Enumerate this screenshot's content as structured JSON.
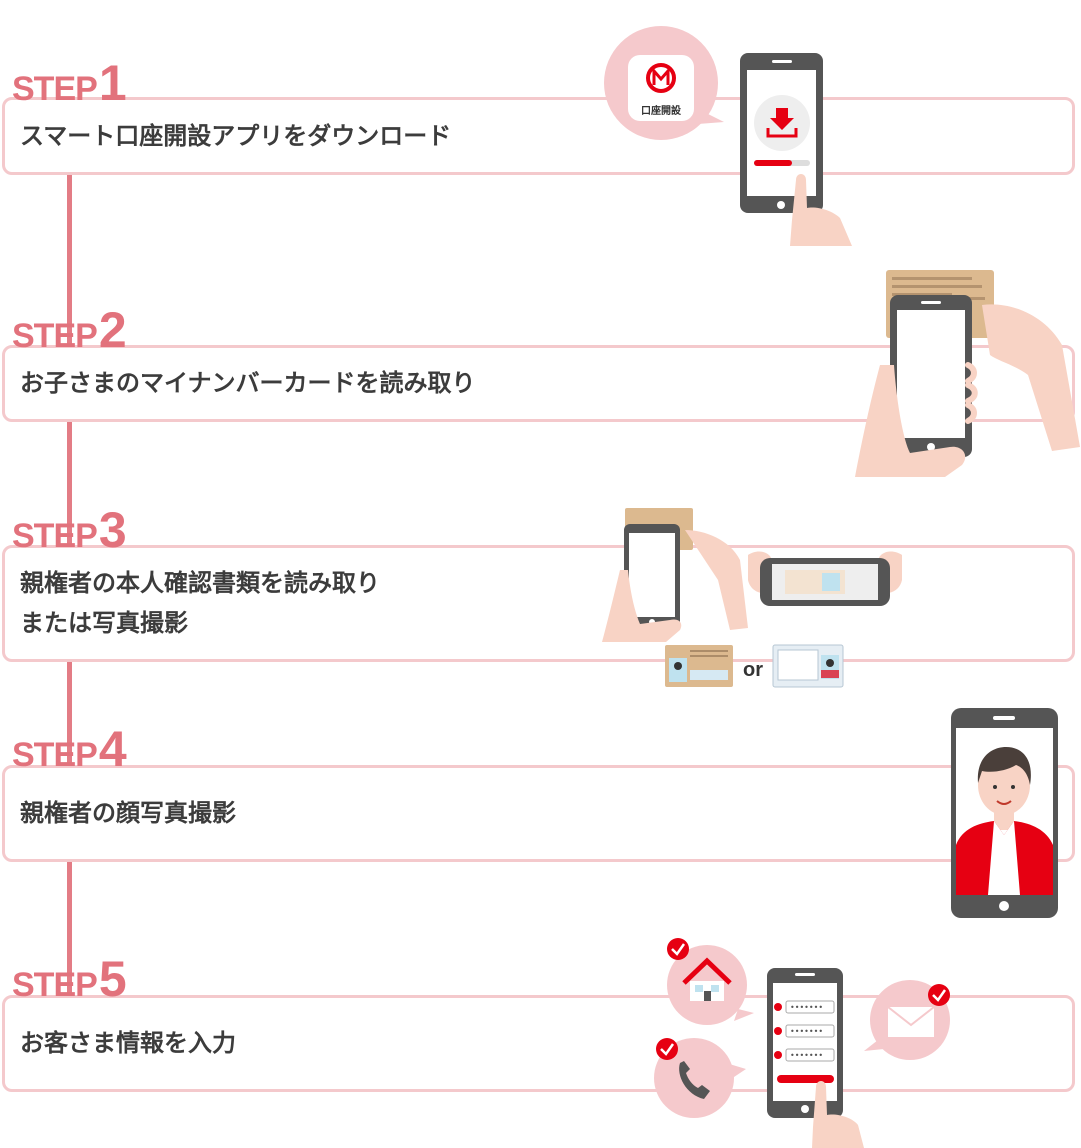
{
  "steps": [
    {
      "word": "STEP",
      "number": "1",
      "text": "スマート口座開設アプリをダウンロード"
    },
    {
      "word": "STEP",
      "number": "2",
      "text": "お子さまのマイナンバーカードを読み取り"
    },
    {
      "word": "STEP",
      "number": "3",
      "text_line1": "親権者の本人確認書類を読み取り",
      "text_line2": "または写真撮影"
    },
    {
      "word": "STEP",
      "number": "4",
      "text": "親権者の顔写真撮影"
    },
    {
      "word": "STEP",
      "number": "5",
      "text": "お客さま情報を入力"
    }
  ],
  "step1_illustration": {
    "app_icon_label": "口座開設",
    "app_icon_name": "app-logo-icon"
  },
  "step3_illustration": {
    "or_label": "or"
  },
  "step5_illustration": {
    "field_mask": "•••••••"
  },
  "colors": {
    "accent": "#e2727c",
    "box_border": "#f4c9cc",
    "brand_red": "#e60012",
    "phone": "#555555"
  }
}
